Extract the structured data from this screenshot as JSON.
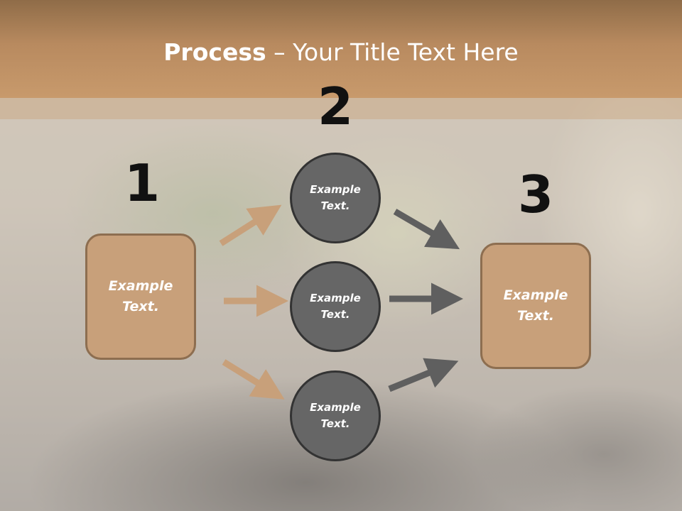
{
  "title": {
    "bold": "Process",
    "rest": " – Your Title Text Here"
  },
  "steps": {
    "one": "1",
    "two": "2",
    "three": "3"
  },
  "left_box": {
    "line1": "Example",
    "line2": "Text."
  },
  "right_box": {
    "line1": "Example",
    "line2": "Text."
  },
  "circles": [
    {
      "line1": "Example",
      "line2": "Text."
    },
    {
      "line1": "Example",
      "line2": "Text."
    },
    {
      "line1": "Example",
      "line2": "Text."
    }
  ],
  "colors": {
    "header": "#c89a6c",
    "box_fill": "#c8a07a",
    "box_border": "#8d6e50",
    "circle_fill": "#666666",
    "arrow_tan": "#c8a07a",
    "arrow_gray": "#5f5f5f"
  }
}
